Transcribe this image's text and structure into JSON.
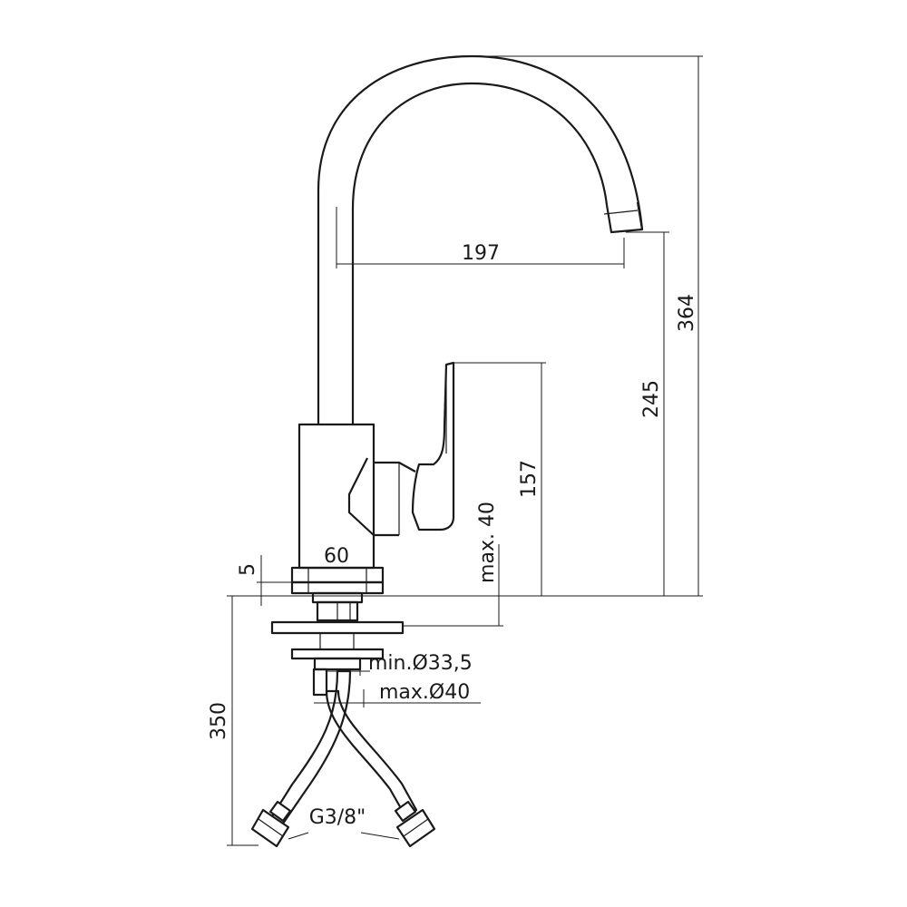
{
  "dimensions": {
    "spout_reach": "197",
    "total_height": "364",
    "outlet_height": "245",
    "lever_height": "157",
    "max_thickness": "max. 40",
    "flange_thickness": "5",
    "body_width": "60",
    "hole_min": "min.Ø33,5",
    "hole_max": "max.Ø40",
    "hose_length": "350",
    "connection": "G3/8\""
  }
}
